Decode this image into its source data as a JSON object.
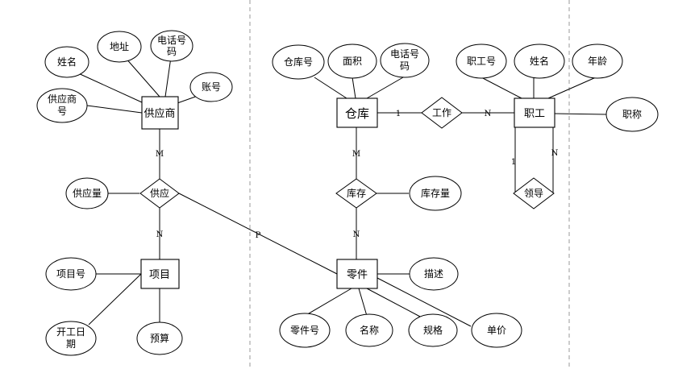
{
  "entities": {
    "supplier": "供应商",
    "warehouse": "仓库",
    "employee": "职工",
    "project": "项目",
    "part": "零件"
  },
  "relationships": {
    "supply": "供应",
    "stock": "库存",
    "work": "工作",
    "lead": "领导"
  },
  "attributes": {
    "supplier_name": "姓名",
    "supplier_address": "地址",
    "supplier_phone": [
      "电话号",
      "码"
    ],
    "supplier_account": "账号",
    "supplier_no": [
      "供应商",
      "号"
    ],
    "warehouse_no": "仓库号",
    "warehouse_area": "面积",
    "warehouse_phone": [
      "电话号",
      "码"
    ],
    "employee_no": "职工号",
    "employee_name": "姓名",
    "employee_age": "年龄",
    "employee_title": "职称",
    "supply_quantity": "供应量",
    "stock_quantity": "库存量",
    "project_no": "项目号",
    "project_start_date": [
      "开工日",
      "期"
    ],
    "project_budget": "预算",
    "part_desc": "描述",
    "part_no": "零件号",
    "part_name": "名称",
    "part_spec": "规格",
    "part_price": "单价"
  },
  "cardinalities": {
    "supplier_supply": "M",
    "project_supply": "N",
    "part_supply": "P",
    "warehouse_stock": "M",
    "part_stock": "N",
    "warehouse_work": "1",
    "employee_work": "N",
    "lead_left": "1",
    "lead_right": "N"
  }
}
